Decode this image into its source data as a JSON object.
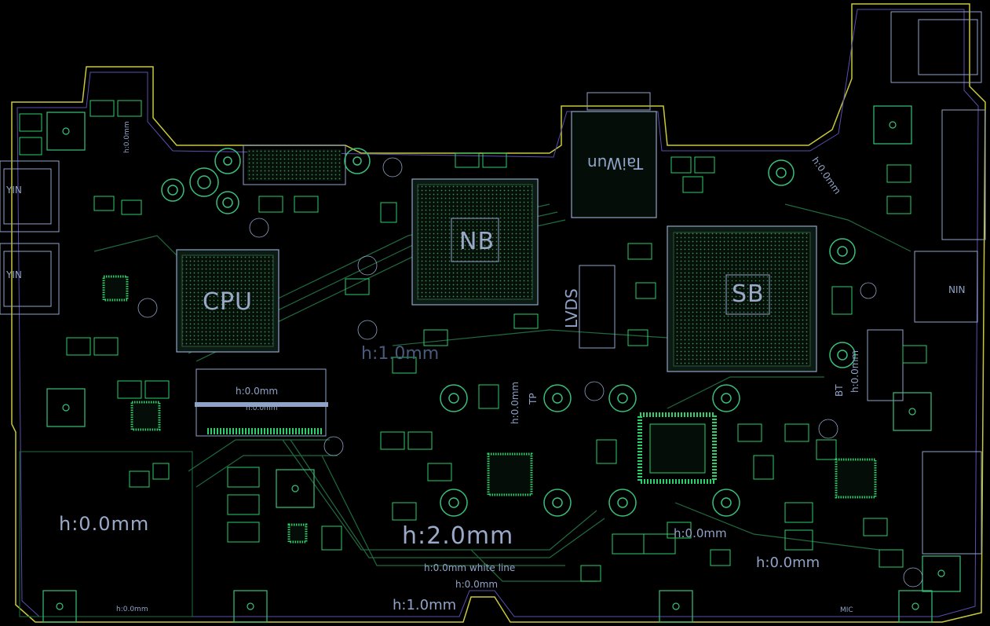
{
  "board": {
    "chips": {
      "cpu": "CPU",
      "nb": "NB",
      "sb": "SB",
      "taiwun": "TaiWun"
    },
    "connectors": {
      "lvds": "LVDS",
      "tp": "TP",
      "bt": "BT",
      "mic": "MIC"
    },
    "height_labels": {
      "main_center": "h:2.0mm",
      "main_left": "h:0.0mm",
      "right_bottom": "h:0.0mm",
      "bottom": "h:1.0mm",
      "mid_upper": "h:1.0mm",
      "mid_lower": "h:0.0mm",
      "white_line": "h:0.0mm  white line",
      "bottom_center": "h:0.0mm",
      "cpu_below": "h:0.0mm",
      "tp": "h:0.0mm",
      "bt": "h:0.0mm",
      "upper_right_diag": "h:0.0mm",
      "top_left": "h:0.0mm",
      "tiny": "h:0.0mm",
      "mem": "h:0.0mm"
    },
    "side_labels": {
      "usb_top": "YIN",
      "usb_bottom": "YIN",
      "right": "NIN"
    }
  },
  "palette": {
    "background": "#000000",
    "outline": "#c8c83a",
    "trace": "#1f6b3f",
    "pad": "#2ad16a",
    "silk": "#8fa3c7",
    "via": "#38c07a"
  }
}
